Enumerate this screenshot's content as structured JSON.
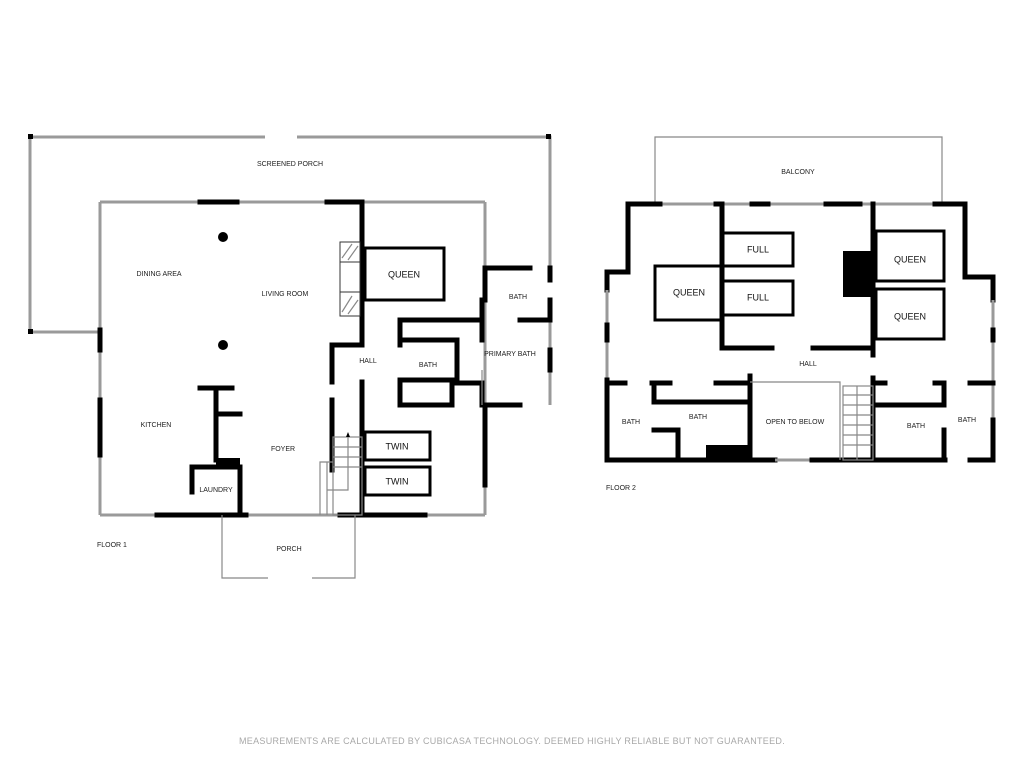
{
  "floor1": {
    "label": "FLOOR 1",
    "rooms": {
      "screened_porch": "SCREENED PORCH",
      "dining_area": "DINING AREA",
      "living_room": "LIVING ROOM",
      "kitchen": "KITCHEN",
      "foyer": "FOYER",
      "laundry": "LAUNDRY",
      "porch": "PORCH",
      "hall": "HALL",
      "bath": "BATH",
      "bath_upper": "BATH",
      "primary_bath": "PRIMARY BATH"
    },
    "beds": {
      "queen": "QUEEN",
      "twin1": "TWIN",
      "twin2": "TWIN"
    }
  },
  "floor2": {
    "label": "FLOOR 2",
    "rooms": {
      "balcony": "BALCONY",
      "hall": "HALL",
      "bath1": "BATH",
      "bath2": "BATH",
      "open_to_below": "OPEN TO BELOW",
      "bath3": "BATH",
      "bath4": "BATH"
    },
    "beds": {
      "full1": "FULL",
      "full2": "FULL",
      "queen_left": "QUEEN",
      "queen_right1": "QUEEN",
      "queen_right2": "QUEEN"
    }
  },
  "footer": "MEASUREMENTS ARE CALCULATED BY CUBICASA TECHNOLOGY. DEEMED HIGHLY RELIABLE BUT NOT GUARANTEED."
}
